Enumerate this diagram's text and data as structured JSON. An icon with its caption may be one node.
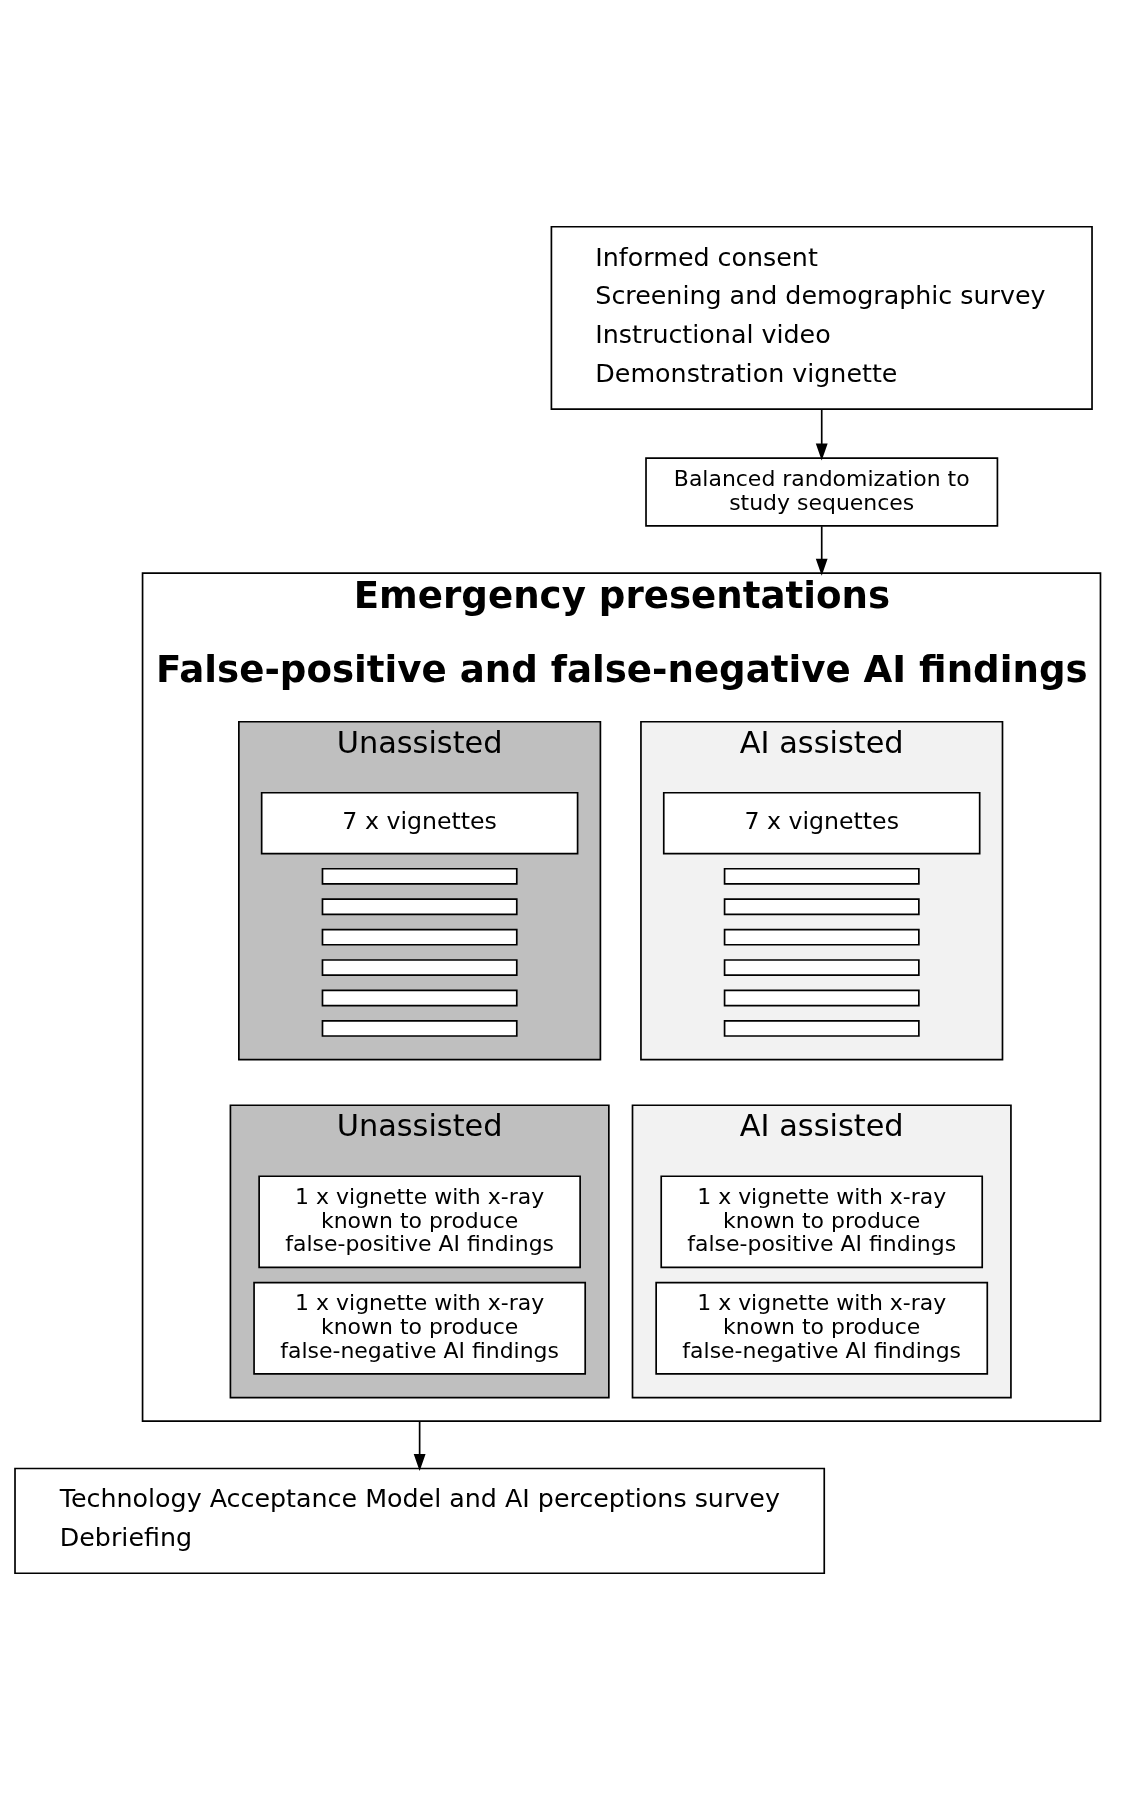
{
  "diagram": {
    "nodes": [
      {
        "text": [
          "Informed consent",
          "Screening and demographic survey",
          "Instructional video",
          "Demonstration vignette"
        ]
      },
      {
        "text": [
          "Balanced randomization to study sequences"
        ]
      },
      {
        "text": [
          "Emergency presentations",
          "False-positive and false-negative AI findings"
        ]
      },
      {
        "text": [
          "AI assisted"
        ],
        "in": 2
      },
      {
        "text": [
          "7 x vignettes"
        ],
        "in": 3
      },
      {
        "text": [],
        "shape": "box",
        "in": 3
      },
      {
        "text": [],
        "shape": "box",
        "in": 3
      },
      {
        "text": [],
        "shape": "box",
        "in": 3
      },
      {
        "text": [],
        "shape": "box",
        "in": 3
      },
      {
        "text": [],
        "shape": "box",
        "in": 3
      },
      {
        "text": [],
        "shape": "box",
        "in": 3
      },
      {
        "text": [
          "Unassisted"
        ],
        "in": 2
      },
      {
        "text": [
          "7 x vignettes"
        ],
        "in": 11
      },
      {
        "text": [],
        "shape": "box",
        "in": 11
      },
      {
        "text": [],
        "shape": "box",
        "in": 11
      },
      {
        "text": [],
        "shape": "box",
        "in": 11
      },
      {
        "text": [],
        "shape": "box",
        "in": 11
      },
      {
        "text": [],
        "shape": "box",
        "in": 11
      },
      {
        "text": [],
        "shape": "box",
        "in": 11
      },
      {
        "text": [
          "AI assisted"
        ],
        "in": 2
      },
      {
        "text": [
          "1 x vignette with x-ray known to produce false-positive AI findings"
        ],
        "in": 19
      },
      {
        "text": [
          "1 x vignette with x-ray known to produce false-negative AI findings"
        ],
        "in": 19
      },
      {
        "text": [
          "Unassisted"
        ],
        "in": 2
      },
      {
        "text": [
          "1 x vignette with x-ray known to produce false-positive AI findings"
        ],
        "in": 22
      },
      {
        "text": [
          "1 x vignette with x-ray known to produce false-negative AI findings"
        ],
        "in": 22
      },
      {
        "text": [
          "Technology Acceptance Model and AI perceptions survey",
          "Debriefing"
        ]
      }
    ],
    "edges": [
      {
        "from": 0,
        "to": 1,
        "arrow": "to"
      },
      {
        "from": 1,
        "to": 2,
        "arrow": "to"
      },
      {
        "from": 2,
        "to": 25,
        "arrow": "to"
      }
    ]
  }
}
